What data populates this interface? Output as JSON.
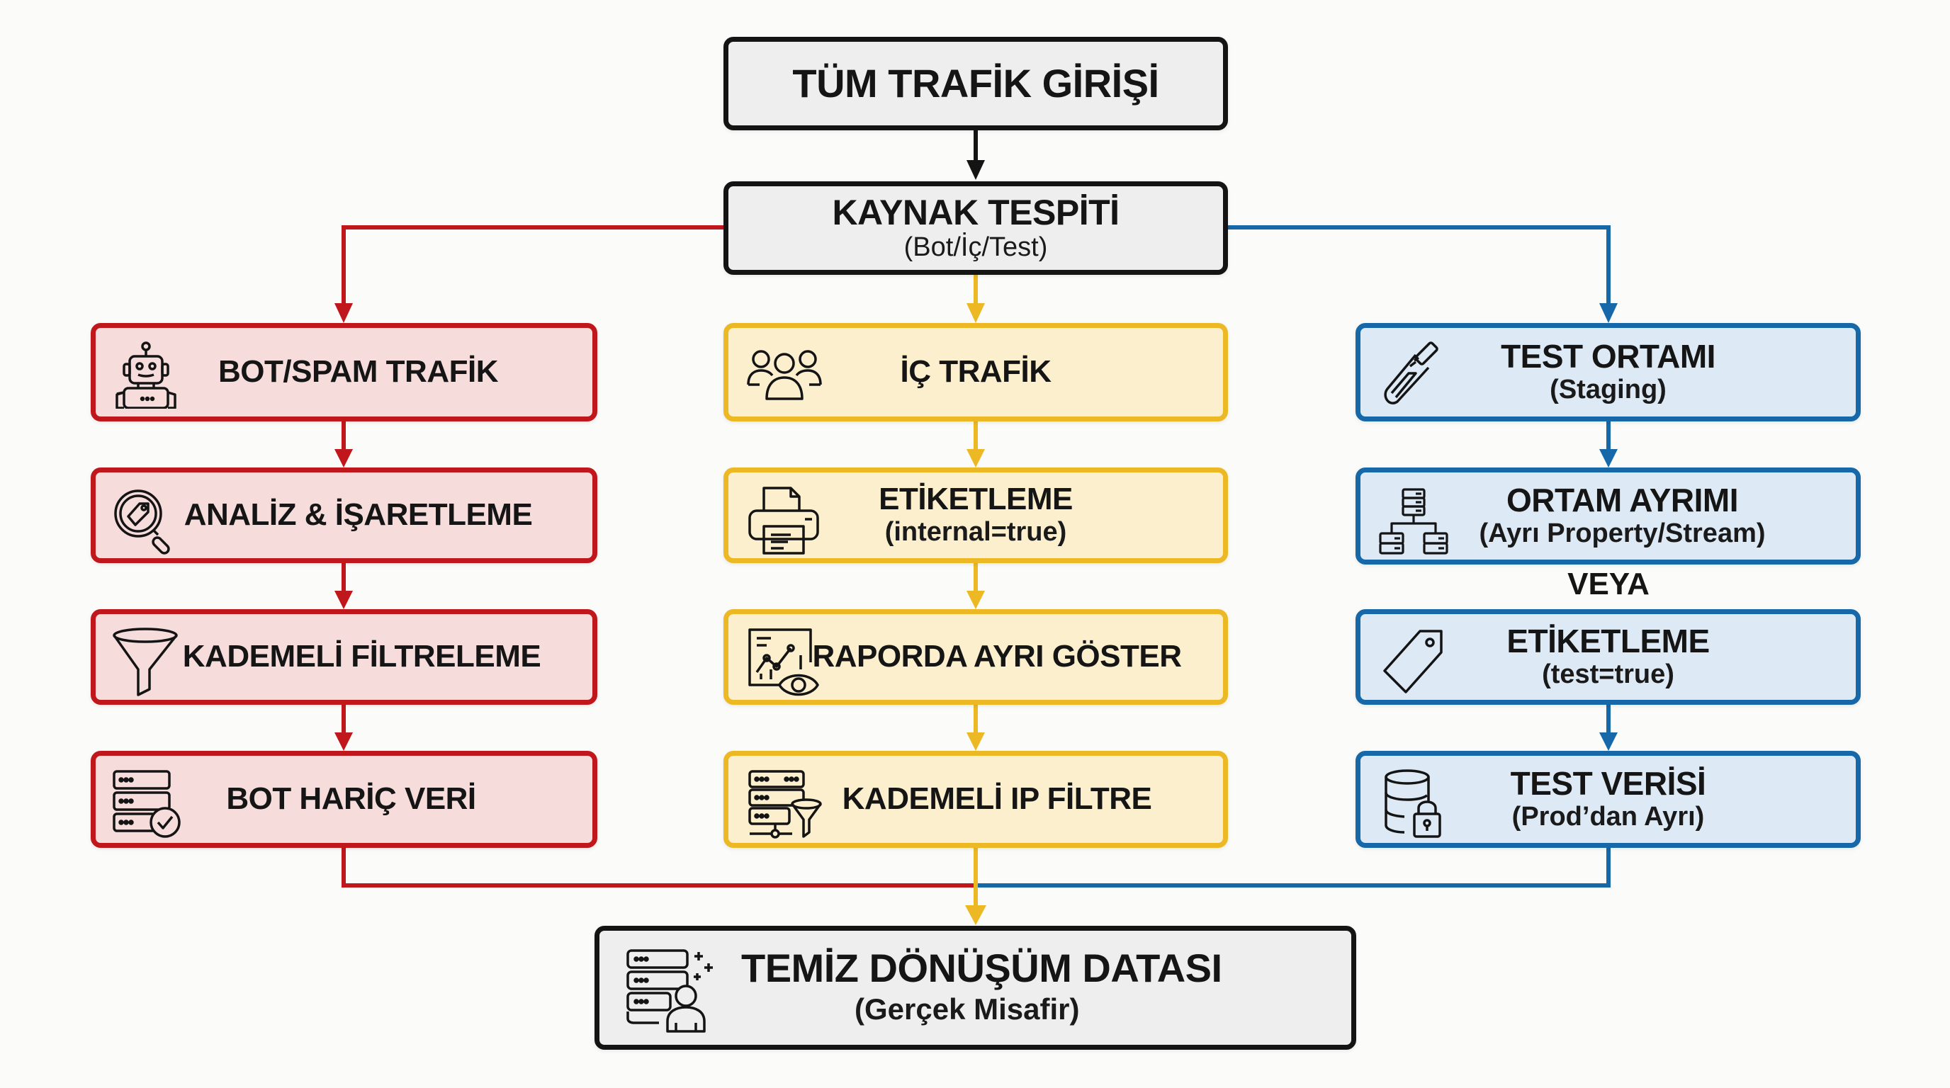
{
  "colors": {
    "neutral_border": "#141414",
    "neutral_fill": "#eeeeee",
    "red": "#c0171c",
    "red_fill": "#f7dcdc",
    "yellow": "#ecb924",
    "yellow_fill": "#fcefcd",
    "blue": "#1668a8",
    "blue_fill": "#dde9f4"
  },
  "top": {
    "title": "TÜM TRAFİK GİRİŞİ"
  },
  "source": {
    "title": "KAYNAK TESPİTİ",
    "subtitle": "(Bot/İç/Test)"
  },
  "columns": {
    "bot": {
      "steps": [
        {
          "title": "BOT/SPAM TRAFİK",
          "icon": "robot-icon"
        },
        {
          "title": "ANALİZ & İŞARETLEME",
          "icon": "magnifier-tag-icon"
        },
        {
          "title": "KADEMELİ FİLTRELEME",
          "icon": "funnel-icon"
        },
        {
          "title": "BOT HARİÇ VERİ",
          "icon": "server-check-icon"
        }
      ]
    },
    "internal": {
      "steps": [
        {
          "title": "İÇ TRAFİK",
          "icon": "users-group-icon"
        },
        {
          "title": "ETİKETLEME",
          "subtitle": "(internal=true)",
          "icon": "printer-icon"
        },
        {
          "title": "RAPORDA AYRI GÖSTER",
          "icon": "report-eye-icon"
        },
        {
          "title": "KADEMELİ IP FİLTRE",
          "icon": "server-funnel-icon"
        }
      ]
    },
    "test": {
      "steps": [
        {
          "title": "TEST ORTAMI",
          "subtitle": "(Staging)",
          "icon": "test-tube-icon"
        },
        {
          "title": "ORTAM AYRIMI",
          "subtitle": "(Ayrı Property/Stream)",
          "icon": "server-hierarchy-icon"
        },
        {
          "title": "ETİKETLEME",
          "subtitle": "(test=true)",
          "icon": "tag-icon"
        },
        {
          "title": "TEST VERİSİ",
          "subtitle": "(Prod’dan Ayrı)",
          "icon": "database-lock-icon"
        }
      ],
      "separator": "VEYA"
    }
  },
  "result": {
    "title": "TEMİZ DÖNÜŞÜM DATASI",
    "subtitle": "(Gerçek Misafir)",
    "icon": "server-user-icon"
  }
}
